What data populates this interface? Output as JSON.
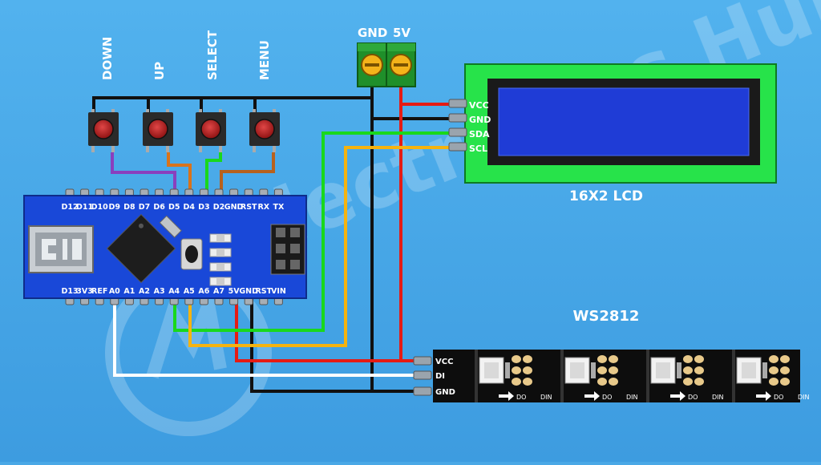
{
  "buttons": {
    "labels": [
      "DOWN",
      "UP",
      "SELECT",
      "MENU"
    ]
  },
  "power_terminal": {
    "gnd_label": "GND",
    "v5_label": "5V"
  },
  "lcd": {
    "title": "16X2 LCD",
    "pins": [
      "VCC",
      "GND",
      "SDA",
      "SCL"
    ]
  },
  "nano": {
    "top_pins": [
      "D12",
      "D11",
      "D10",
      "D9",
      "D8",
      "D7",
      "D6",
      "D5",
      "D4",
      "D3",
      "D2",
      "GND",
      "RST",
      "RX",
      "TX"
    ],
    "bottom_pins": [
      "D13",
      "3V3",
      "REF",
      "A0",
      "A1",
      "A2",
      "A3",
      "A4",
      "A5",
      "A6",
      "A7",
      "5V",
      "GND",
      "RST",
      "VIN"
    ]
  },
  "strip": {
    "title": "WS2812",
    "pins": [
      "VCC",
      "DI",
      "GND"
    ],
    "pad_do": "DO",
    "pad_din": "DIN"
  },
  "watermark": "Electronics Hub Online",
  "colors": {
    "background": "#4aa8e6",
    "board": "#1948d8",
    "lcd_pcb": "#27e34a",
    "lcd_screen": "#1f3cd6",
    "wire_red": "#e51b14",
    "wire_black": "#111111",
    "wire_green": "#19d81c",
    "wire_orange": "#f5b30f",
    "wire_purple": "#8a3fbd",
    "wire_brown": "#c56a1c",
    "wire_white": "#ffffff"
  }
}
